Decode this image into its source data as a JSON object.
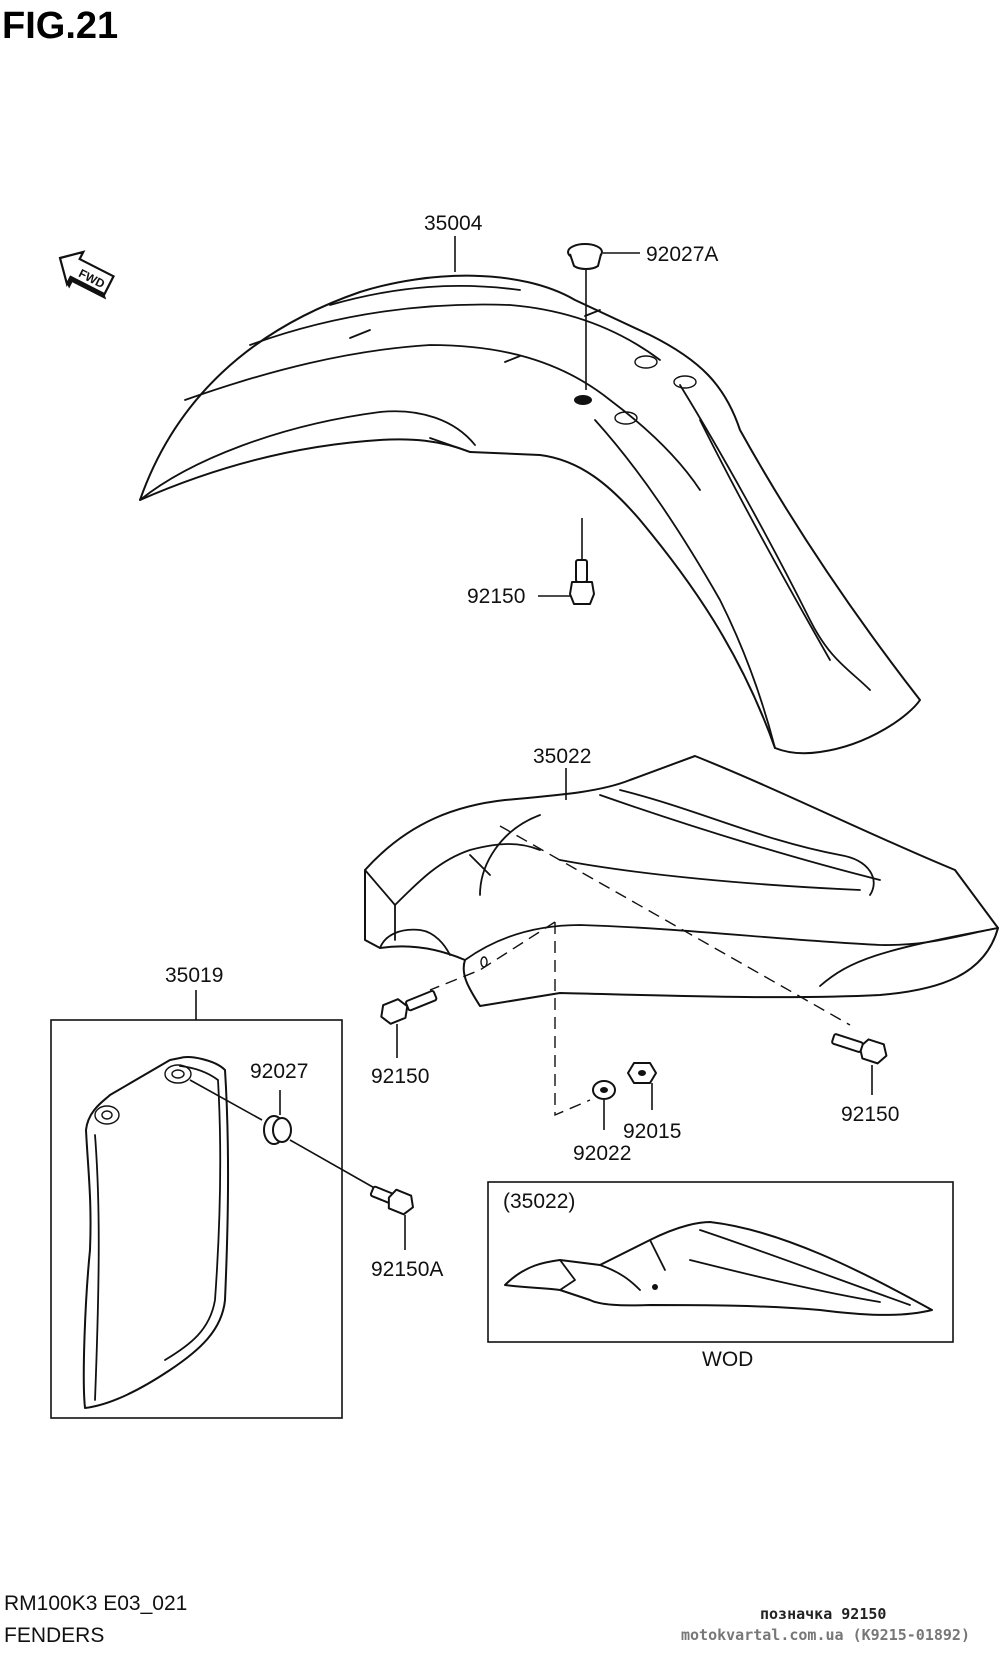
{
  "figure": {
    "title": "FIG.21",
    "code": "RM100K3 E03_021",
    "section": "FENDERS"
  },
  "direction_marker": {
    "label": "FWD",
    "icon": "fwd-arrow-icon"
  },
  "parts": {
    "p35004": "35004",
    "p92027A": "92027A",
    "p92150_top": "92150",
    "p35022": "35022",
    "p35019": "35019",
    "p92027": "92027",
    "p92150_left": "92150",
    "p92150_right": "92150",
    "p92015": "92015",
    "p92022": "92022",
    "p92150A": "92150A"
  },
  "inset": {
    "ref": "(35022)",
    "caption": "WOD"
  },
  "watermark": {
    "line1": "позначка 92150",
    "line2": "motokvartal.com.ua (K9215-01892)"
  }
}
